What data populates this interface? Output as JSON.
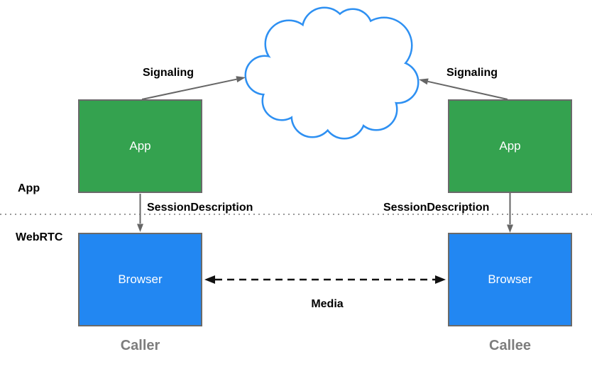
{
  "layers": {
    "app": "App",
    "webrtc": "WebRTC"
  },
  "nodes": {
    "caller_app": {
      "label": "App"
    },
    "callee_app": {
      "label": "App"
    },
    "caller_browser": {
      "label": "Browser"
    },
    "callee_browser": {
      "label": "Browser"
    }
  },
  "edges": {
    "signaling_left": {
      "label": "Signaling"
    },
    "signaling_right": {
      "label": "Signaling"
    },
    "session_left": {
      "label": "SessionDescription"
    },
    "session_right": {
      "label": "SessionDescription"
    },
    "media": {
      "label": "Media"
    }
  },
  "roles": {
    "caller": "Caller",
    "callee": "Callee"
  },
  "icons": {
    "cloud": "network-cloud-icon"
  },
  "colors": {
    "app_green": "#34A24F",
    "browser_blue": "#2287F2",
    "cloud_stroke": "#2E90F2",
    "arrow_gray": "#666666",
    "media_black": "#111111",
    "role_gray": "#7D7D7D",
    "separator_gray": "#999999"
  }
}
